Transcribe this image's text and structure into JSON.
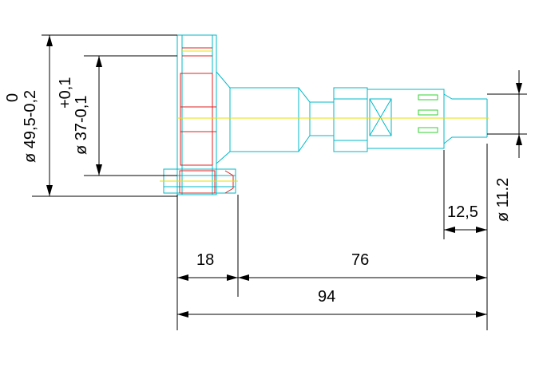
{
  "dimensions": {
    "flange_diameter": {
      "main": "ø 49,5-0,2",
      "upper_tol": "0"
    },
    "bore_diameter": {
      "main": "ø 37-0,1",
      "upper_tol": "+0,1"
    },
    "tip_diameter": "ø 11.2",
    "tip_length": "12,5",
    "flange_offset": "18",
    "body_length": "76",
    "total_length": "94"
  }
}
